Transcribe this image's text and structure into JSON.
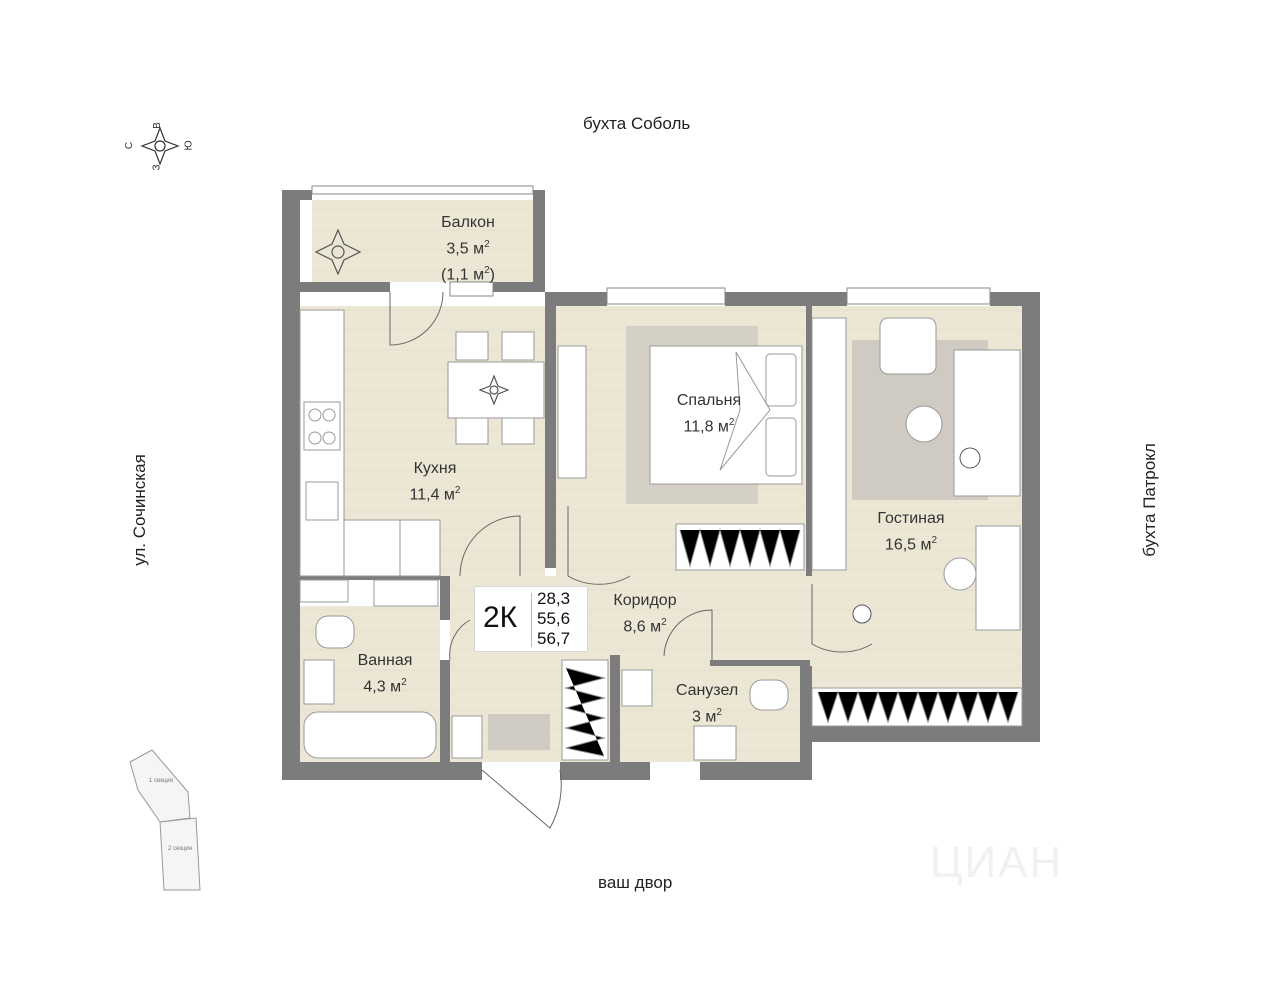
{
  "orientation": {
    "top": "бухта Соболь",
    "left": "ул. Сочинская",
    "right": "бухта Патрокл",
    "bottom": "ваш двор"
  },
  "compass": {
    "letters": [
      "С",
      "В",
      "Ю",
      "З"
    ]
  },
  "rooms": {
    "balcony": {
      "name": "Балкон",
      "area": "3,5 м",
      "area_reduced": "(1,1 м",
      "close": ")"
    },
    "kitchen": {
      "name": "Кухня",
      "area": "11,4 м"
    },
    "bedroom": {
      "name": "Спальня",
      "area": "11,8 м"
    },
    "living": {
      "name": "Гостиная",
      "area": "16,5 м"
    },
    "corridor": {
      "name": "Коридор",
      "area": "8,6 м"
    },
    "bathroom": {
      "name": "Ванная",
      "area": "4,3 м"
    },
    "toilet": {
      "name": "Санузел",
      "area": "3 м"
    }
  },
  "superscript": "2",
  "summary": {
    "type": "2К",
    "areas": [
      "28,3",
      "55,6",
      "56,7"
    ]
  },
  "site_plan": {
    "section1": "1 секция",
    "section2": "2 секция"
  },
  "watermark": "ЦИАН",
  "colors": {
    "wall": "#7c7c7c",
    "floor": "#ece7d5",
    "rug": "#cfcac2",
    "window": "#ffffff"
  }
}
